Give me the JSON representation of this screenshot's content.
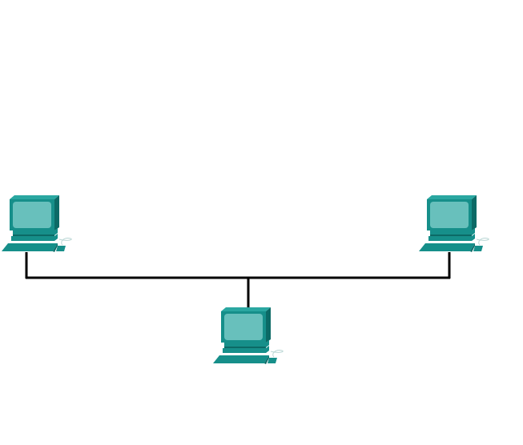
{
  "diagram": {
    "type": "bus-topology",
    "nodes": [
      {
        "id": "pc-left",
        "icon": "pc-icon"
      },
      {
        "id": "pc-right",
        "icon": "pc-icon"
      },
      {
        "id": "pc-bottom",
        "icon": "pc-icon"
      }
    ],
    "links": [
      {
        "from": "pc-left",
        "to": "bus"
      },
      {
        "from": "pc-right",
        "to": "bus"
      },
      {
        "from": "pc-bottom",
        "to": "bus"
      }
    ],
    "colors": {
      "device_body": "#168f8a",
      "device_side": "#0c6a66",
      "device_top": "#2aa7a1",
      "screen": "#68c0bc",
      "cable": "#000000"
    }
  }
}
